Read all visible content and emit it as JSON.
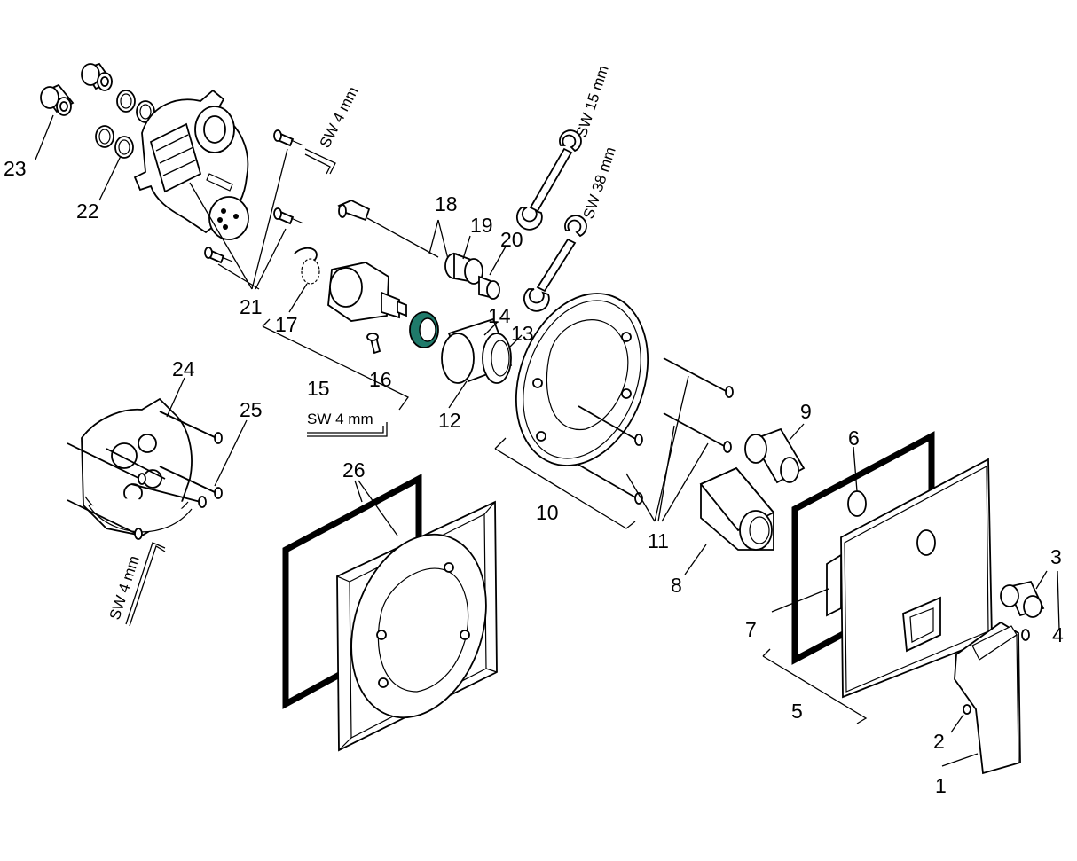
{
  "diagram": {
    "accent_color": "#1f7a6a",
    "part_labels": {
      "p1": "1",
      "p2": "2",
      "p3": "3",
      "p4": "4",
      "p5": "5",
      "p6": "6",
      "p7": "7",
      "p8": "8",
      "p9": "9",
      "p10": "10",
      "p11": "11",
      "p12": "12",
      "p13": "13",
      "p14": "14",
      "p15": "15",
      "p16": "16",
      "p17": "17",
      "p18": "18",
      "p19": "19",
      "p20": "20",
      "p21": "21",
      "p22": "22",
      "p23": "23",
      "p24": "24",
      "p25": "25",
      "p26": "26"
    },
    "tool_labels": {
      "hex_key_top": "SW 4 mm",
      "hex_key_mid": "SW 4 mm",
      "hex_key_left": "SW 4 mm",
      "wrench_15": "SW 15 mm",
      "wrench_38": "SW 38 mm"
    }
  }
}
